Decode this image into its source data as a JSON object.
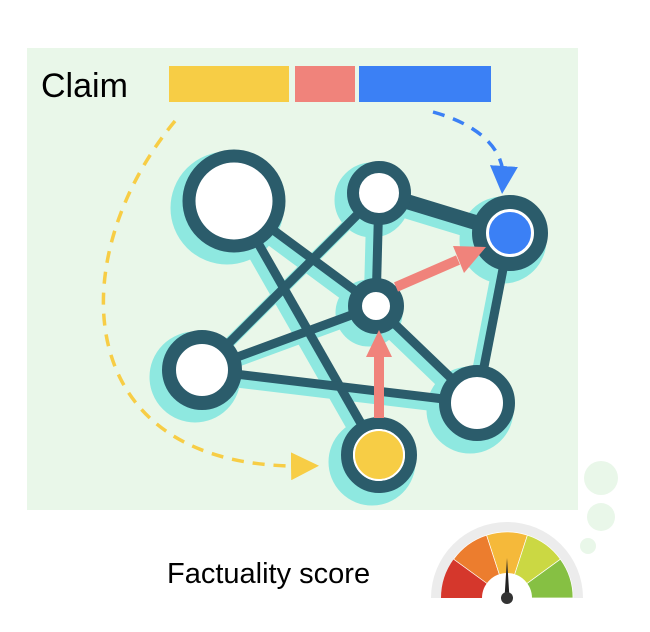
{
  "claim": {
    "label": "Claim",
    "segments": [
      {
        "name": "yellow",
        "color": "#f7cd45"
      },
      {
        "name": "red",
        "color": "#f0837b"
      },
      {
        "name": "blue",
        "color": "#3b80f5"
      }
    ]
  },
  "factuality": {
    "label": "Factuality score"
  },
  "colors": {
    "background": "#e9f7e9",
    "node_stroke": "#2b5c6b",
    "shadow": "#8ee8e0",
    "arrow": "#f0837b",
    "yellow": "#f7cd45",
    "blue": "#3b80f5"
  }
}
